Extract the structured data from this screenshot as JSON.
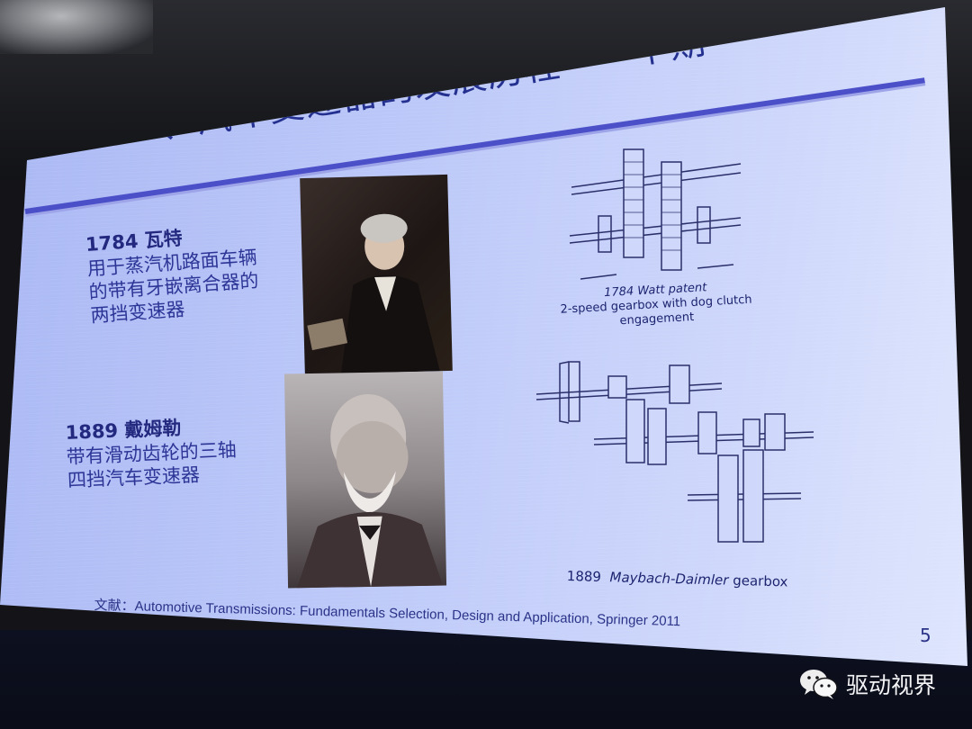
{
  "slide": {
    "title": "一、汽车变速器的发展历程——早期",
    "page_number": "5",
    "sections": [
      {
        "heading": "1784 瓦特",
        "lines": [
          "用于蒸汽机路面车辆",
          "的带有牙嵌离合器的",
          "两挡变速器"
        ]
      },
      {
        "heading": "1889 戴姆勒",
        "lines": [
          "带有滑动齿轮的三轴",
          "四挡汽车变速器"
        ]
      }
    ],
    "diagrams": {
      "watt_caption": [
        "1784 Watt patent",
        "2-speed gearbox with dog clutch",
        "engagement"
      ],
      "maybach_caption_year": "1889",
      "maybach_caption_name": "Maybach-Daimler",
      "maybach_caption_suffix": "gearbox"
    },
    "reference": "文献：Automotive Transmissions: Fundamentals Selection, Design and Application, Springer 2011",
    "colors": {
      "title": "#24308f",
      "rule": "#4c50c8",
      "background": "#bcc8f8"
    }
  },
  "watermark": {
    "icon": "wechat-icon",
    "label": "驱动视界"
  }
}
